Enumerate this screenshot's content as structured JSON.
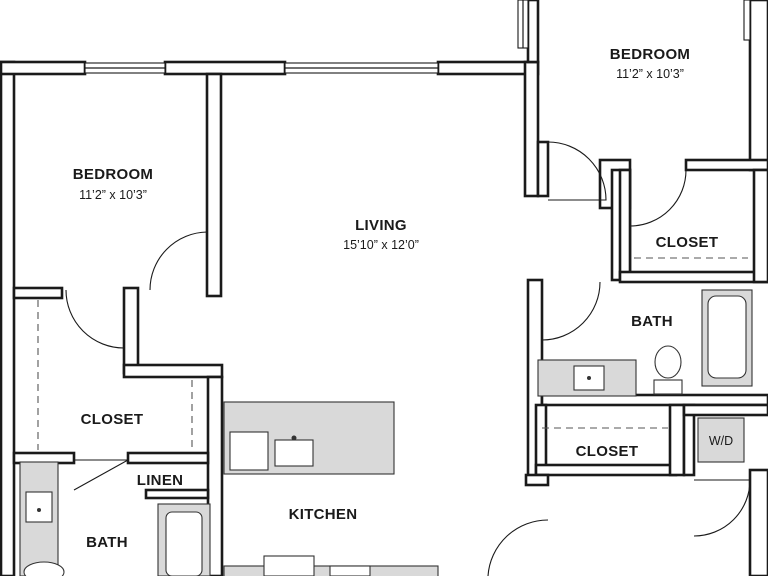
{
  "rooms": {
    "bedroom_left": {
      "name": "BEDROOM",
      "dims": "11’2” x 10’3”"
    },
    "bedroom_right": {
      "name": "BEDROOM",
      "dims": "11’2” x 10’3”"
    },
    "living": {
      "name": "LIVING",
      "dims": "15’10” x 12’0”"
    },
    "closet_left": {
      "name": "CLOSET"
    },
    "closet_right_top": {
      "name": "CLOSET"
    },
    "closet_right_mid": {
      "name": "CLOSET"
    },
    "linen": {
      "name": "LINEN"
    },
    "bath_left": {
      "name": "BATH"
    },
    "bath_right": {
      "name": "BATH"
    },
    "kitchen": {
      "name": "KITCHEN"
    },
    "washer_dryer": {
      "name": "W/D"
    }
  }
}
